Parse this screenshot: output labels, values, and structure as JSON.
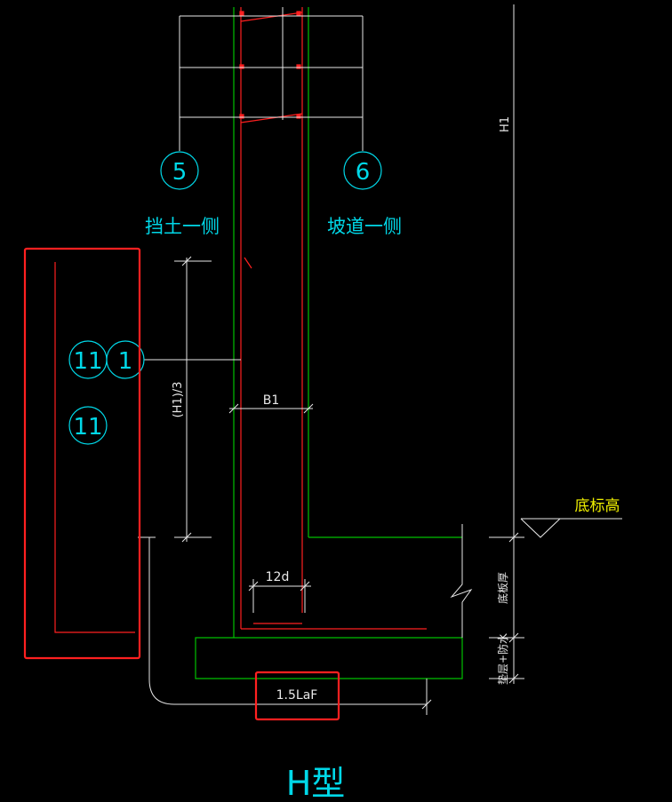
{
  "colors": {
    "background": "#000000",
    "concrete_outline": "#00c000",
    "rebar": "#ff2020",
    "dimension": "#e8e8e8",
    "label": "#00d8e8",
    "elevation": "#f0f000",
    "highlight": "#ff2020"
  },
  "labels": {
    "bar_5": "5",
    "bar_6": "6",
    "soil_side": "挡土一侧",
    "road_side": "坡道一侧",
    "bar_11a": "11",
    "bar_1": "1",
    "bar_11b": "11",
    "h1": "H1",
    "h1_third": "(H1)/3",
    "b1": "B1",
    "twelve_d": "12d",
    "bottom_elevation": "底标高",
    "slab_thickness": "底板厚",
    "cushion": "垫层+防水",
    "anchorage": "1.5LaF",
    "title": "H型"
  }
}
